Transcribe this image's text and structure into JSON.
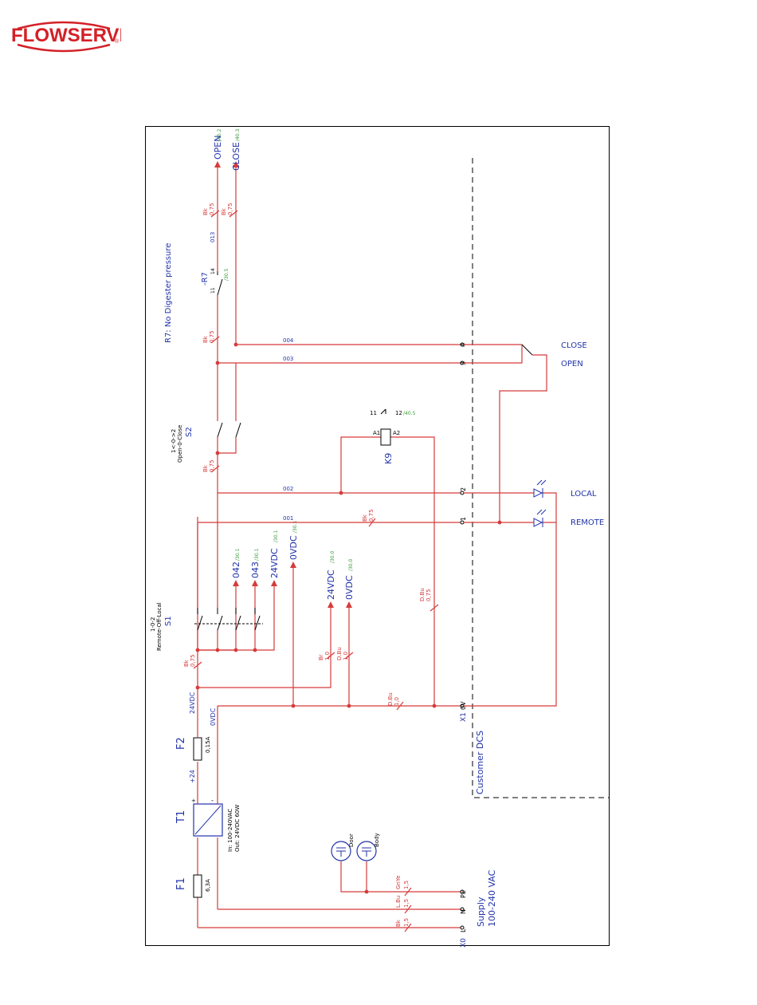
{
  "logo": {
    "text": "FLOWSERVE",
    "mark": "®",
    "color": "#d42027"
  },
  "note": "R7: No Digester pressure",
  "outputs": {
    "open": "OPEN",
    "close": "CLOSE",
    "open_ref": "/40.2",
    "close_ref": "/40.3"
  },
  "wires": {
    "w001": "001",
    "w002": "002",
    "w003": "003",
    "w004": "004",
    "w013": "013",
    "w042": "042",
    "w043": "043"
  },
  "rails": {
    "v24": "24VDC",
    "v0": "0VDC",
    "ref_24_a": "/30.1",
    "ref_0_a": "/30.1",
    "ref_24_b": "/30.0",
    "ref_0_b": "/30.0",
    "ref_042": "/30.1",
    "ref_043": "/30.1"
  },
  "cable": {
    "bk": "Bk",
    "bk075": "0,75",
    "bk15": "1,5",
    "bk075b": "0,75",
    "br": "Br",
    "br10": "1,0",
    "dbu": "D.Bu",
    "dbu10": "1,0",
    "dbu075": "0,75",
    "lbu": "L.Bu",
    "lbu15": "1,5",
    "gnye": "GnYe",
    "gnye15": "1,5"
  },
  "components": {
    "f1": "F1",
    "f1_rating": "6,3A",
    "f2": "F2",
    "f2_rating": "0,15A",
    "t1": "T1",
    "t1_in": "In: 100-240VAC",
    "t1_out": "Out: 24VDC 60W",
    "s1": "S1",
    "s1_type": "1-0-2",
    "s1_desc": "Remote-Off-Local",
    "s2": "S2",
    "s2_type": "1<-0->2",
    "s2_desc": "Open-0-Close",
    "k9": "K9",
    "k9_a1": "A1",
    "k9_a2": "A2",
    "k9_contact_a": "11",
    "k9_contact_b": "12",
    "k9_ref": "/40.5",
    "r7": "-R7",
    "r7_a": "11",
    "r7_b": "14",
    "r7_ref": "/30.5",
    "heater_door": "Door",
    "heater_body": "Body",
    "plus24": "+24",
    "pos": "+",
    "neg": "-"
  },
  "terminals": {
    "x0": "X0",
    "x1": "X1",
    "l": "L",
    "n": "N",
    "pe": "PE",
    "zero_v": "0V",
    "t1": "1",
    "t2": "2",
    "t3": "3",
    "t4": "4"
  },
  "customer": {
    "label": "Customer DCS",
    "close": "CLOSE",
    "open": "OPEN",
    "local": "LOCAL",
    "remote": "REMOTE"
  },
  "supply": {
    "line1": "Supply",
    "line2": "100-240 VAC"
  }
}
